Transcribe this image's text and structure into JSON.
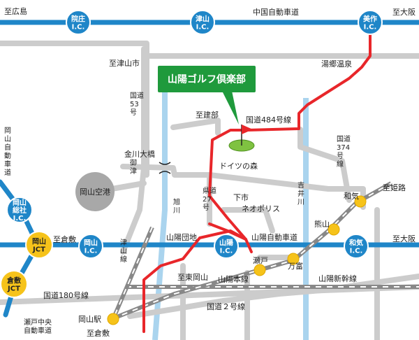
{
  "colors": {
    "expressway": "#1f86c8",
    "local_road": "#cccccc",
    "route": "#e8262a",
    "river": "#aad4ee",
    "ic_fill": "#1f86c8",
    "jct_fill": "#f6c31a",
    "station_fill": "#f6c31a",
    "dest_box": "#1f9a3c",
    "airport_fill": "#a8a8a8",
    "rail": "#888888"
  },
  "destination": {
    "label": "山陽ゴルフ倶楽部"
  },
  "interchanges": [
    {
      "id": "innosho",
      "line1": "院庄",
      "line2": "I.C."
    },
    {
      "id": "tsuyama",
      "line1": "津山",
      "line2": "I.C."
    },
    {
      "id": "mimasaka",
      "line1": "美作",
      "line2": "I.C."
    },
    {
      "id": "okayama-soja",
      "line1": "岡山",
      "line2": "総社",
      "line3": "I.C."
    },
    {
      "id": "okayama",
      "line1": "岡山",
      "line2": "I.C."
    },
    {
      "id": "sanyo",
      "line1": "山陽",
      "line2": "I.C."
    },
    {
      "id": "wake",
      "line1": "和気",
      "line2": "I.C."
    }
  ],
  "junctions": [
    {
      "id": "okayama-jct",
      "line1": "岡山",
      "line2": "JCT"
    },
    {
      "id": "kurashiki-jct",
      "line1": "倉敷",
      "line2": "JCT"
    }
  ],
  "labels": {
    "to_hiroshima": "至広島",
    "chugoku_expressway": "中国自動車道",
    "to_osaka_top": "至大阪",
    "to_tsuyama_city": "至津山市",
    "yunogo_onsen": "湯郷温泉",
    "route53": "国道\n53\n号",
    "to_takebe": "至建部",
    "route484": "国道484号線",
    "route374": "国道\n374\n号\n線",
    "okayama_expressway": "岡山自動車道",
    "kanagawa_bridge": "金川大橋",
    "mitsu": "御津",
    "doitsu_forest": "ドイツの森",
    "okayama_airport": "岡山空港",
    "to_himeji": "至姫路",
    "pref_route27": "県道\n27\n号",
    "shimoichi": "下市",
    "neopolis": "ネオポリス",
    "yoshii_river": "吉井川",
    "asahi_river": "旭川",
    "wake": "和気",
    "kumayama": "熊山",
    "to_kurashiki_top": "至倉敷",
    "sanyo_danchi": "山陽団地",
    "sanyo_expressway": "山陽自動車道",
    "to_osaka_mid": "至大阪",
    "tsuyama_line": "津山線",
    "seto": "瀬戸",
    "mando": "万富",
    "to_higashi_okayama": "至東岡山",
    "sanyo_main_line": "山陽本線",
    "sanyo_shinkansen": "山陽新幹線",
    "route180": "国道180号線",
    "route2": "国道２号線",
    "okayama_station": "岡山駅",
    "seto_chuo_expressway": "瀬戸中央\n自動車道",
    "to_kurashiki_bottom": "至倉敷"
  }
}
